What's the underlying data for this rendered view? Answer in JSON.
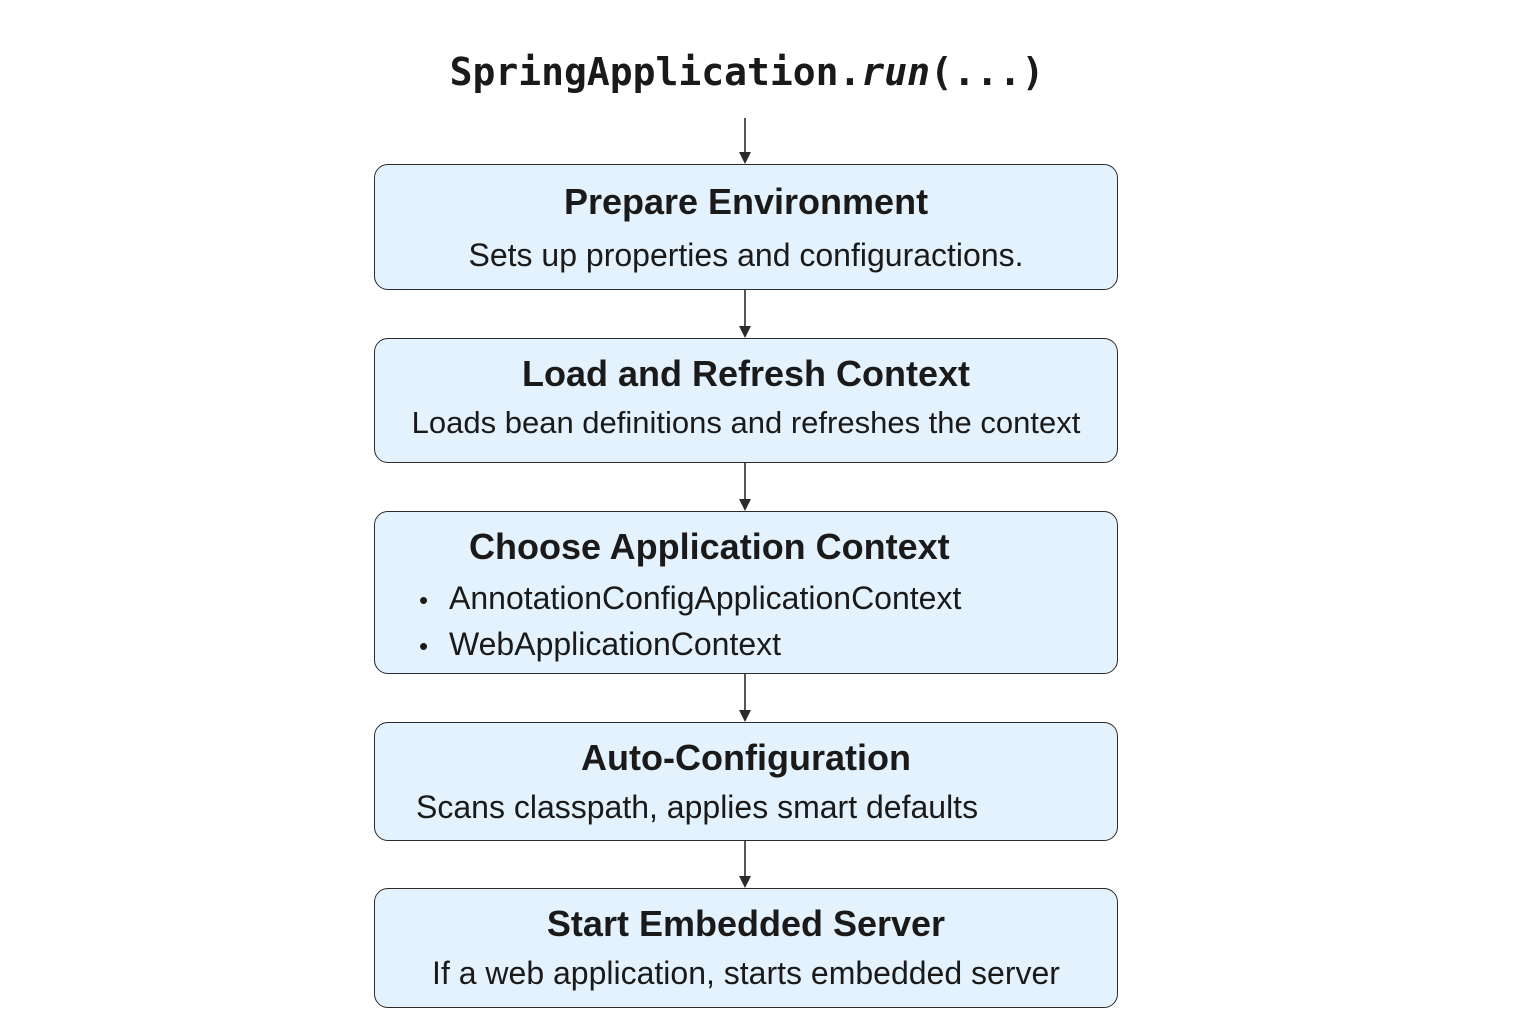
{
  "title": {
    "prefix": "SpringApplication.",
    "method": "run",
    "args": "(...)"
  },
  "steps": [
    {
      "title": "Prepare Environment",
      "description": "Sets up properties and configuractions."
    },
    {
      "title": "Load and Refresh Context",
      "description": "Loads bean definitions and refreshes the context"
    },
    {
      "title": "Choose Application Context",
      "items": [
        "AnnotationConfigApplicationContext",
        "WebApplicationContext"
      ]
    },
    {
      "title": "Auto-Configuration",
      "description": "Scans classpath, applies smart defaults"
    },
    {
      "title": "Start Embedded Server",
      "description": "If a web application, starts embedded server"
    }
  ],
  "colors": {
    "box_fill": "#e4f2fd",
    "box_border": "#2b2b2b",
    "arrow": "#2b2b2b",
    "text": "#1a1a1a"
  }
}
